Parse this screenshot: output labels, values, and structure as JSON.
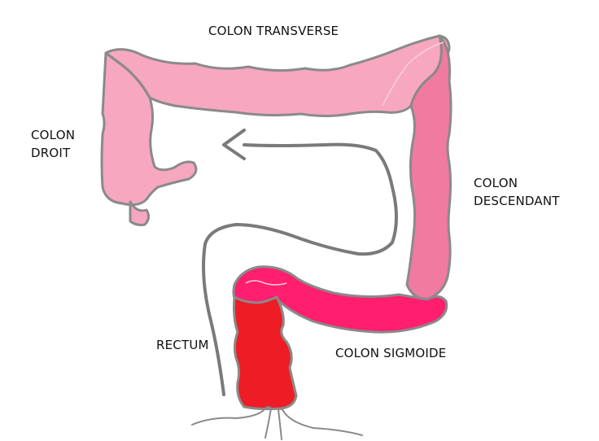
{
  "labels": {
    "transverse": "COLON TRANSVERSE",
    "right": [
      "COLON",
      "DROIT"
    ],
    "descending": [
      "COLON",
      "DESCENDANT"
    ],
    "rectum": "RECTUM",
    "sigmoid": "COLON SIGMOIDE"
  },
  "colors": {
    "right_colon": "#f7a7c0",
    "transverse_colon": "#f7a7c0",
    "descending_colon": "#f07aa0",
    "sigmoid_colon": "#ff1f6e",
    "rectum": "#ee1c24",
    "outline": "#8a8a8a",
    "arrow": "#7a7a7a"
  }
}
